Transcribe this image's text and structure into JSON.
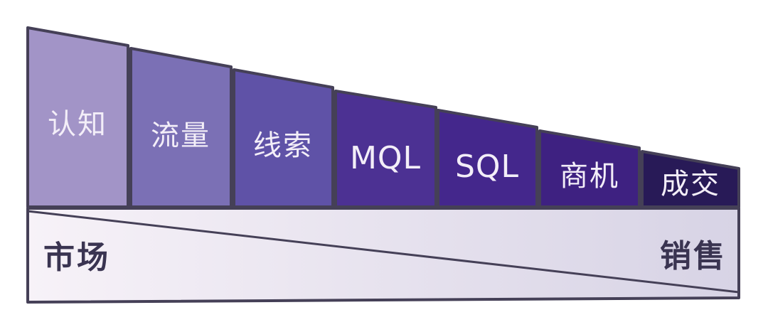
{
  "funnel": {
    "outline_color": "#454057",
    "stages": [
      {
        "label": "认知",
        "color": "#a294c7"
      },
      {
        "label": "流量",
        "color": "#7b70b5"
      },
      {
        "label": "线索",
        "color": "#5f52a7"
      },
      {
        "label": "MQL",
        "color": "#4c3193"
      },
      {
        "label": "SQL",
        "color": "#44278c"
      },
      {
        "label": "商机",
        "color": "#3e2181"
      },
      {
        "label": "成交",
        "color": "#281a57"
      }
    ],
    "label_color": "#f3eef8"
  },
  "band": {
    "left_label": "市场",
    "right_label": "销售",
    "label_color": "#3a3451",
    "gradient_start": "#f7f2f8",
    "gradient_end": "#d7d3e5"
  }
}
